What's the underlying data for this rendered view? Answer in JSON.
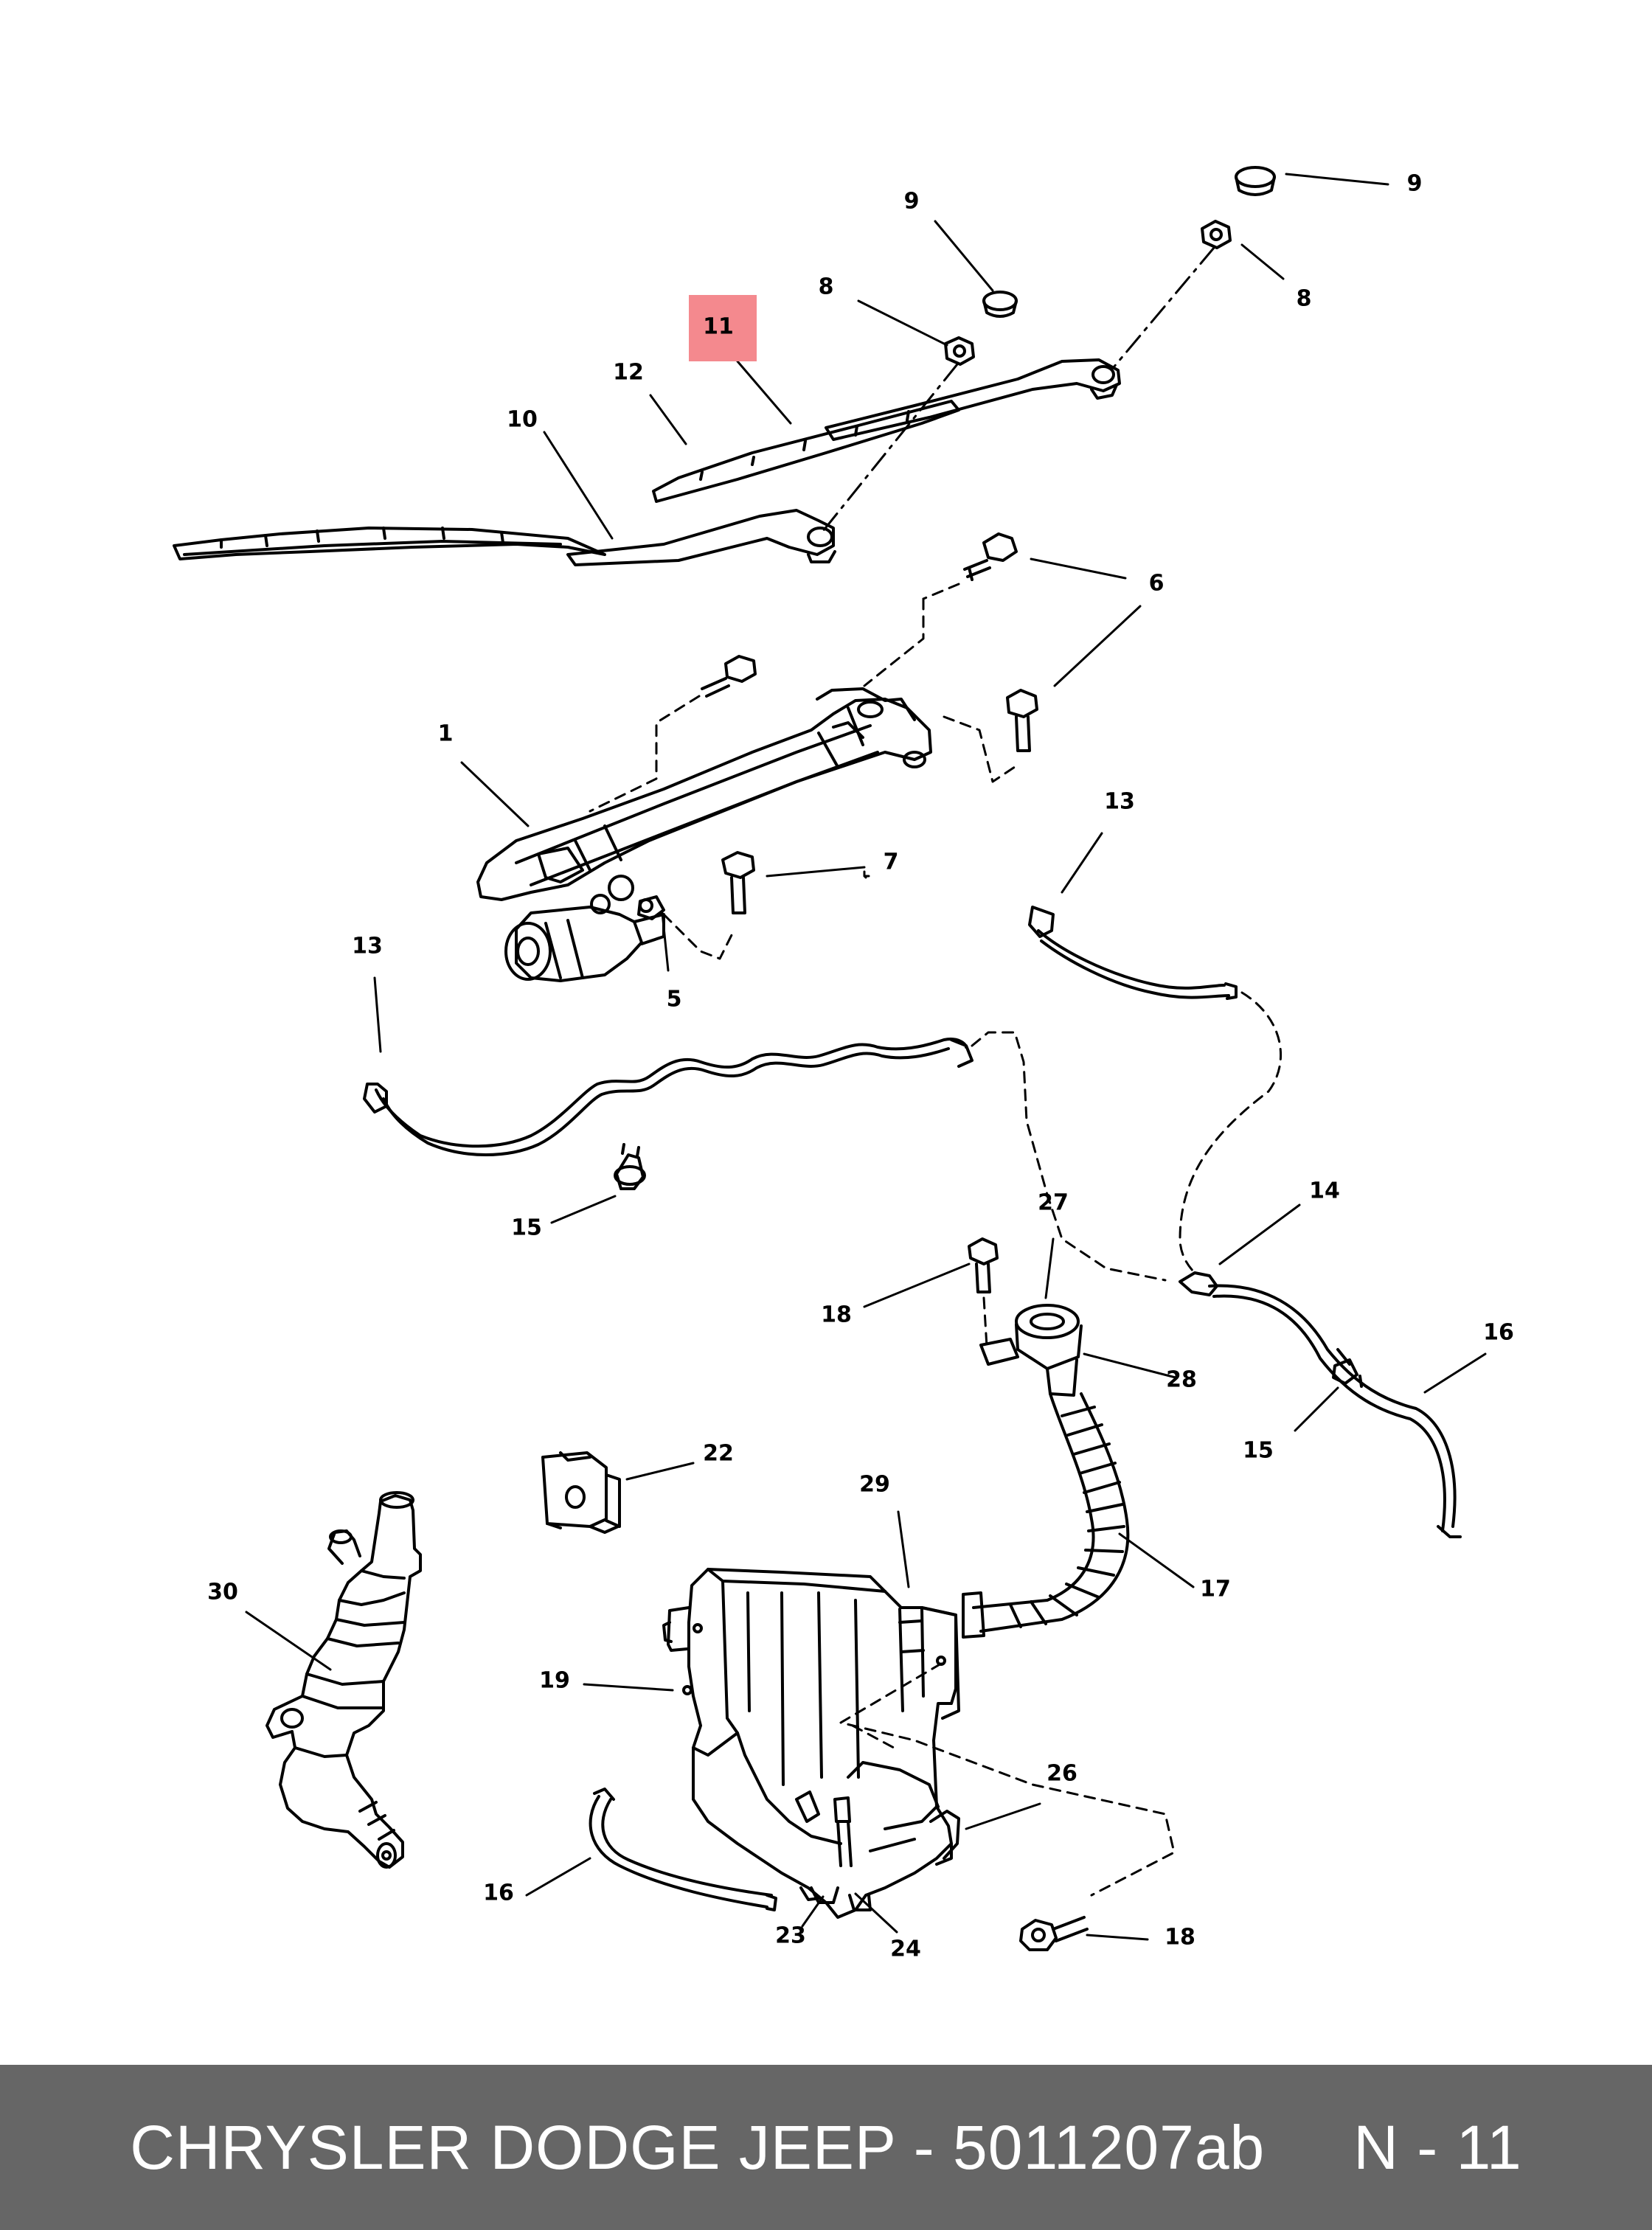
{
  "colors": {
    "line": "#000000",
    "highlight": "#f4898e",
    "footer_bg": "#666666",
    "footer_text": "#ffffff"
  },
  "callouts": {
    "n1": "1",
    "n5": "5",
    "n6": "6",
    "n7": "7",
    "n8a": "8",
    "n8b": "8",
    "n9a": "9",
    "n9b": "9",
    "n10": "10",
    "n11": "11",
    "n12": "12",
    "n13a": "13",
    "n13b": "13",
    "n14": "14",
    "n15a": "15",
    "n15b": "15",
    "n16a": "16",
    "n16b": "16",
    "n17": "17",
    "n18a": "18",
    "n18b": "18",
    "n19": "19",
    "n22": "22",
    "n23": "23",
    "n24": "24",
    "n26": "26",
    "n27": "27",
    "n28": "28",
    "n29": "29",
    "n30": "30"
  },
  "footer": {
    "part_text": "CHRYSLER DODGE JEEP - 5011207ab",
    "page_code": "N - 11"
  }
}
